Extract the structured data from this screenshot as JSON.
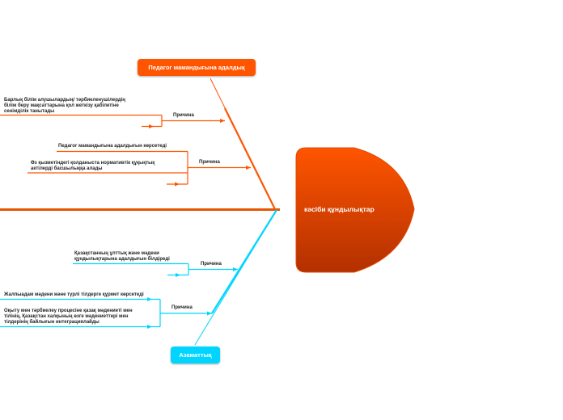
{
  "head": {
    "label": "кәсіби құндылықтар"
  },
  "categories": {
    "top": {
      "label": "Педагог мамандығына адалдық"
    },
    "bottom": {
      "label": "Азаматтық"
    }
  },
  "causes": {
    "top_1": "Причина",
    "top_2": "Причина",
    "bottom_1": "Причина",
    "bottom_2": "Причина"
  },
  "items": {
    "t1_a": "Барлық білім алушылардың/ тәрбиеленушілердің\nбілім беру мақсаттарына қол жеткізу қабілетіне\nсенімділік танытады",
    "t2_a": "Педагог мамандығына адалдығын көрсетеді",
    "t2_b": "Өз қызметіндегі қолданыста нормативтік құқықтық\nактілерді басшылыққа алады",
    "b1_a": "Қазақстанның ұлттық және мәдени\nқұндылықтарына адалдығын білдіреді",
    "b2_a": "Жалпыадам мәдени және түрлі тілдерге құрмет көрсетеді",
    "b2_b": "Оқыту мен тәрбиелеу процесіне қазақ мәдениеті мен\nтілінің, Қазақстан халқының өзге мәдениеттері мен\nтілдерінің байлығын интеграциялайды"
  },
  "colors": {
    "top": "#ff5500",
    "bottom": "#00d5ff",
    "spine": "#e85400"
  }
}
